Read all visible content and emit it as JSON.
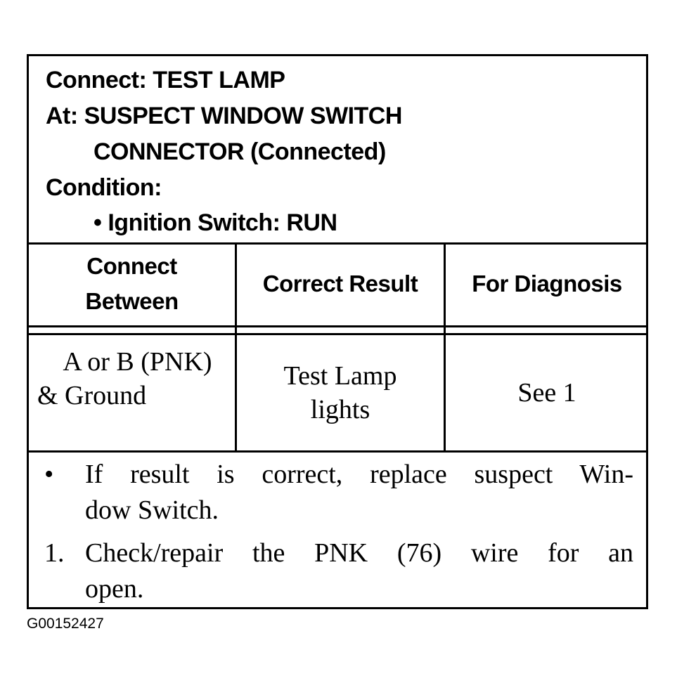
{
  "header": {
    "connect_label": "Connect:",
    "connect_value": "TEST LAMP",
    "at_label": "At:",
    "at_value_line1": "SUSPECT WINDOW SWITCH",
    "at_value_line2": "CONNECTOR (Connected)",
    "condition_label": "Condition:",
    "condition_bullet": "•",
    "condition_item": "Ignition Switch: RUN"
  },
  "table": {
    "columns": [
      "Connect Between",
      "Correct Result",
      "For Diagnosis"
    ],
    "column_lines": {
      "col1_line1": "Connect",
      "col1_line2": "Between"
    },
    "rows": [
      {
        "connect_between_line1": "A or B (PNK)",
        "connect_between_line2": "& Ground",
        "correct_result_line1": "Test Lamp",
        "correct_result_line2": "lights",
        "for_diagnosis": "See 1"
      }
    ]
  },
  "notes": {
    "bullet": "•",
    "bullet_line1": "If result is correct, replace suspect Win-",
    "bullet_line2": "dow Switch.",
    "step_number": "1.",
    "step_line1": "Check/repair the PNK (76) wire for an",
    "step_line2": "open."
  },
  "figure_id": "G00152427"
}
